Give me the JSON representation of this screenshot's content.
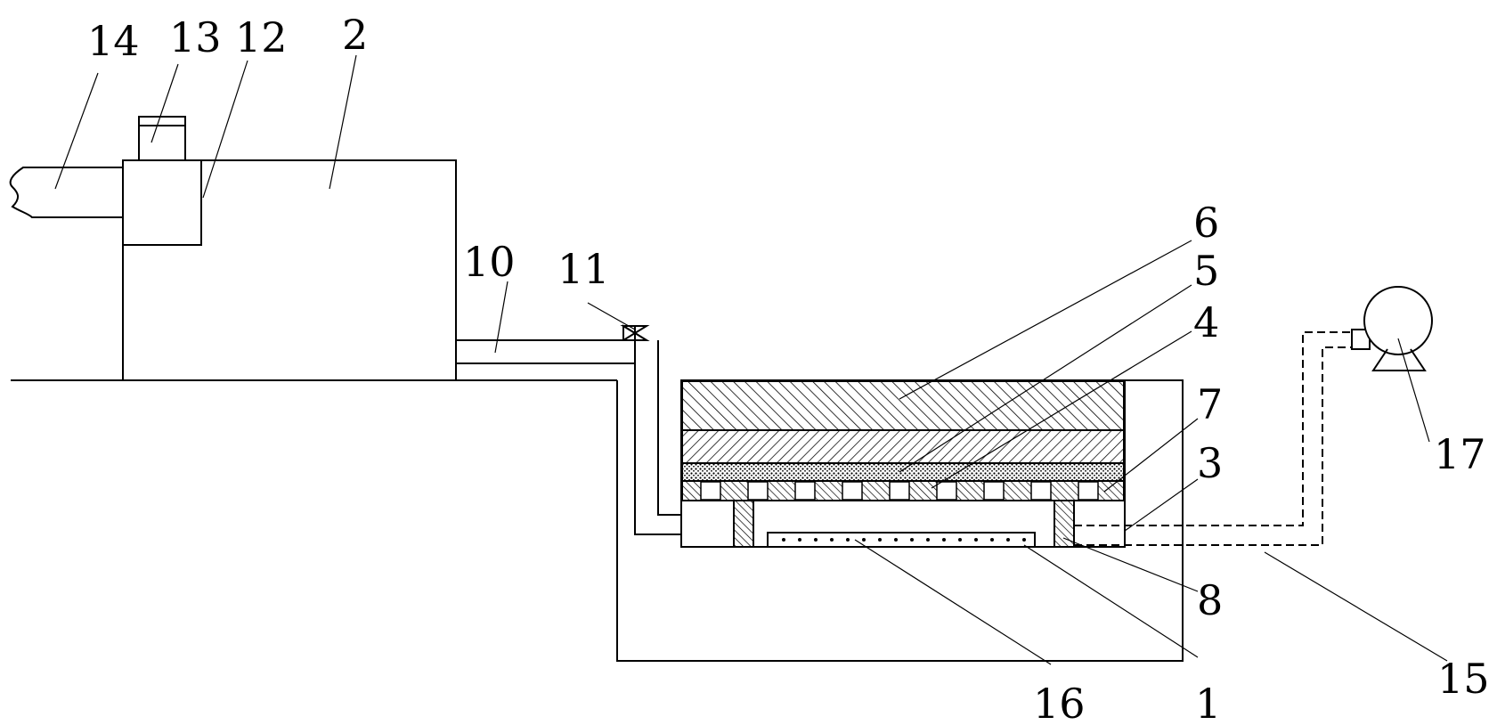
{
  "labels": {
    "l1": "1",
    "l2": "2",
    "l3": "3",
    "l4": "4",
    "l5": "5",
    "l6": "6",
    "l7": "7",
    "l8": "8",
    "l10": "10",
    "l11": "11",
    "l12": "12",
    "l13": "13",
    "l14": "14",
    "l15": "15",
    "l16": "16",
    "l17": "17"
  },
  "colors": {
    "line": "#000000",
    "background": "#ffffff"
  }
}
